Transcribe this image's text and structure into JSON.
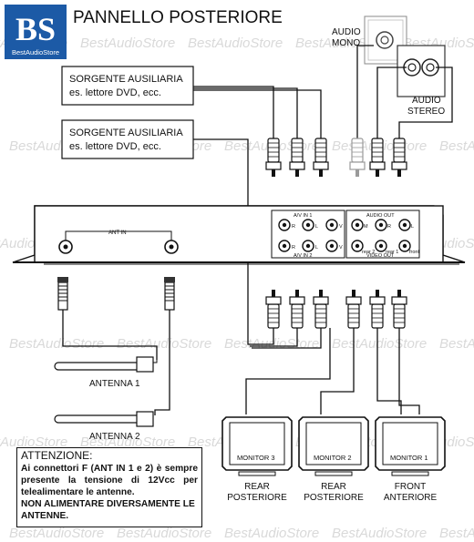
{
  "header": {
    "title": "PANNELLO POSTERIORE",
    "logo_text": "BestAudioStore",
    "watermark": "BestAudioStore"
  },
  "sources": [
    {
      "line1": "SORGENTE AUSILIARIA",
      "line2": "es. lettore DVD, ecc."
    },
    {
      "line1": "SORGENTE AUSILIARIA",
      "line2": "es. lettore DVD, ecc."
    }
  ],
  "audio_outputs": {
    "mono_line1": "AUDIO",
    "mono_line2": "MONO",
    "stereo_line1": "AUDIO",
    "stereo_line2": "STEREO"
  },
  "device": {
    "ant_in": "ANT IN",
    "av_in_1": "A/V IN 1",
    "av_in_2": "A/V IN 2",
    "audio_out": "AUDIO OUT",
    "video_out": "VIDEO OUT",
    "jack_labels": {
      "r": "R",
      "l": "L",
      "v": "V",
      "m": "M",
      "rear2": "rear 2",
      "rear1": "rear 1",
      "front": "front"
    }
  },
  "antennas": [
    {
      "label": "ANTENNA 1"
    },
    {
      "label": "ANTENNA 2"
    }
  ],
  "monitors": [
    {
      "screen_label": "MONITOR 3",
      "caption_line1": "REAR",
      "caption_line2": "POSTERIORE"
    },
    {
      "screen_label": "MONITOR 2",
      "caption_line1": "REAR",
      "caption_line2": "POSTERIORE"
    },
    {
      "screen_label": "MONITOR 1",
      "caption_line1": "FRONT",
      "caption_line2": "ANTERIORE"
    }
  ],
  "warning": {
    "title": "ATTENZIONE:",
    "body": "Ai connettori F (ANT IN 1 e 2) è sempre presente la tensione di 12Vcc per telealimentare le antenne.",
    "emphasis": "NON ALIMENTARE DIVERSAMENTE LE ANTENNE."
  }
}
